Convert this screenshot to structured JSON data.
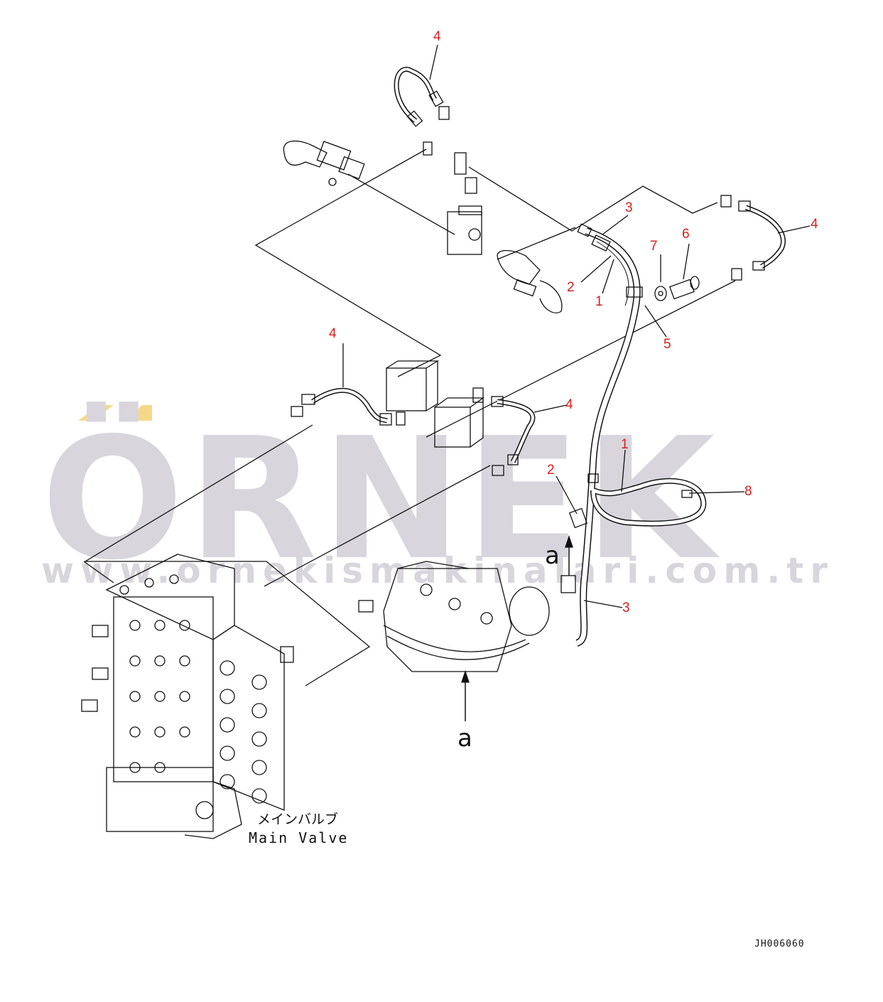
{
  "watermark": {
    "brand": "ÖRNEK",
    "url": "www.ornekismakinalari.com.tr"
  },
  "callouts": [
    {
      "id": "c4a",
      "label": "4"
    },
    {
      "id": "c3a",
      "label": "3"
    },
    {
      "id": "c7",
      "label": "7"
    },
    {
      "id": "c6",
      "label": "6"
    },
    {
      "id": "c4b",
      "label": "4"
    },
    {
      "id": "c2a",
      "label": "2"
    },
    {
      "id": "c1a",
      "label": "1"
    },
    {
      "id": "c5",
      "label": "5"
    },
    {
      "id": "c4c",
      "label": "4"
    },
    {
      "id": "c4d",
      "label": "4"
    },
    {
      "id": "c1b",
      "label": "1"
    },
    {
      "id": "c2b",
      "label": "2"
    },
    {
      "id": "c8",
      "label": "8"
    },
    {
      "id": "c3b",
      "label": "3"
    }
  ],
  "view_markers": {
    "a_upper": "a",
    "a_lower": "a"
  },
  "captions": {
    "main_valve_jp": "メインバルブ",
    "main_valve_en": "Main Valve"
  },
  "drawing_code": "JH006060",
  "colors": {
    "callout": "#d42020",
    "line": "#111111",
    "watermark": "#d8d6dc",
    "watermark_accent": "#f5d98a"
  }
}
